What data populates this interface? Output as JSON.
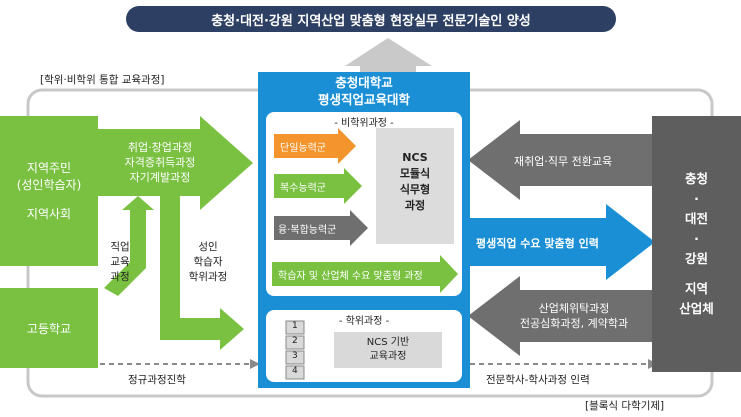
{
  "title": "충청·대전·강원 지역산업 맞춤형 현장실무 전문기술인 양성",
  "integrated_label": "[학위·비학위 통합 교육과정]",
  "footer_label": "[블록식 다학기제]",
  "college": {
    "name_line1": "충청대학교",
    "name_line2": "평생직업교육대학",
    "nondegree_label": "- 비학위과정 -",
    "degree_label": "- 학위과정 -",
    "levels": [
      "단일능력군",
      "복수능력군",
      "융·복합능력군"
    ],
    "ncs_modular": [
      "NCS",
      "모듈식",
      "식무형",
      "과정"
    ],
    "demand_bar": "학습자 및 산업체 수요 맞춤형 과정",
    "degree_numbers": [
      "1",
      "2",
      "3",
      "4"
    ],
    "ncs_based": [
      "NCS 기반",
      "교육과정"
    ]
  },
  "left": {
    "residents": [
      "지역주민",
      "(성인학습자)",
      "지역사회"
    ],
    "high_school": "고등학교",
    "arrow_main": [
      "취업·창업과정",
      "자격증취득과정",
      "자기계발과정"
    ],
    "vocational": [
      "직업",
      "교육",
      "과정"
    ],
    "adult_degree": [
      "성인",
      "학습자",
      "학위과정"
    ],
    "regular_track": "정규과정진학"
  },
  "right": {
    "industry": [
      "충청",
      "·",
      "대전",
      "·",
      "강원",
      "",
      "지역",
      "산업체"
    ],
    "retrain": "재취업·직무 전환교육",
    "lifelong_demand": "평생직업 수요 맞춤형 인력",
    "consignment": [
      "산업체위탁과정",
      "전공심화과정, 계약학과"
    ],
    "bottom_track": "전문학사-학사과정 인력"
  },
  "colors": {
    "title_bg": "#2d3f63",
    "blue": "#1a8fd6",
    "green": "#7ac142",
    "orange": "#f3942c",
    "gray": "#6f6f6f",
    "dark_gray": "#5e5e5e"
  }
}
